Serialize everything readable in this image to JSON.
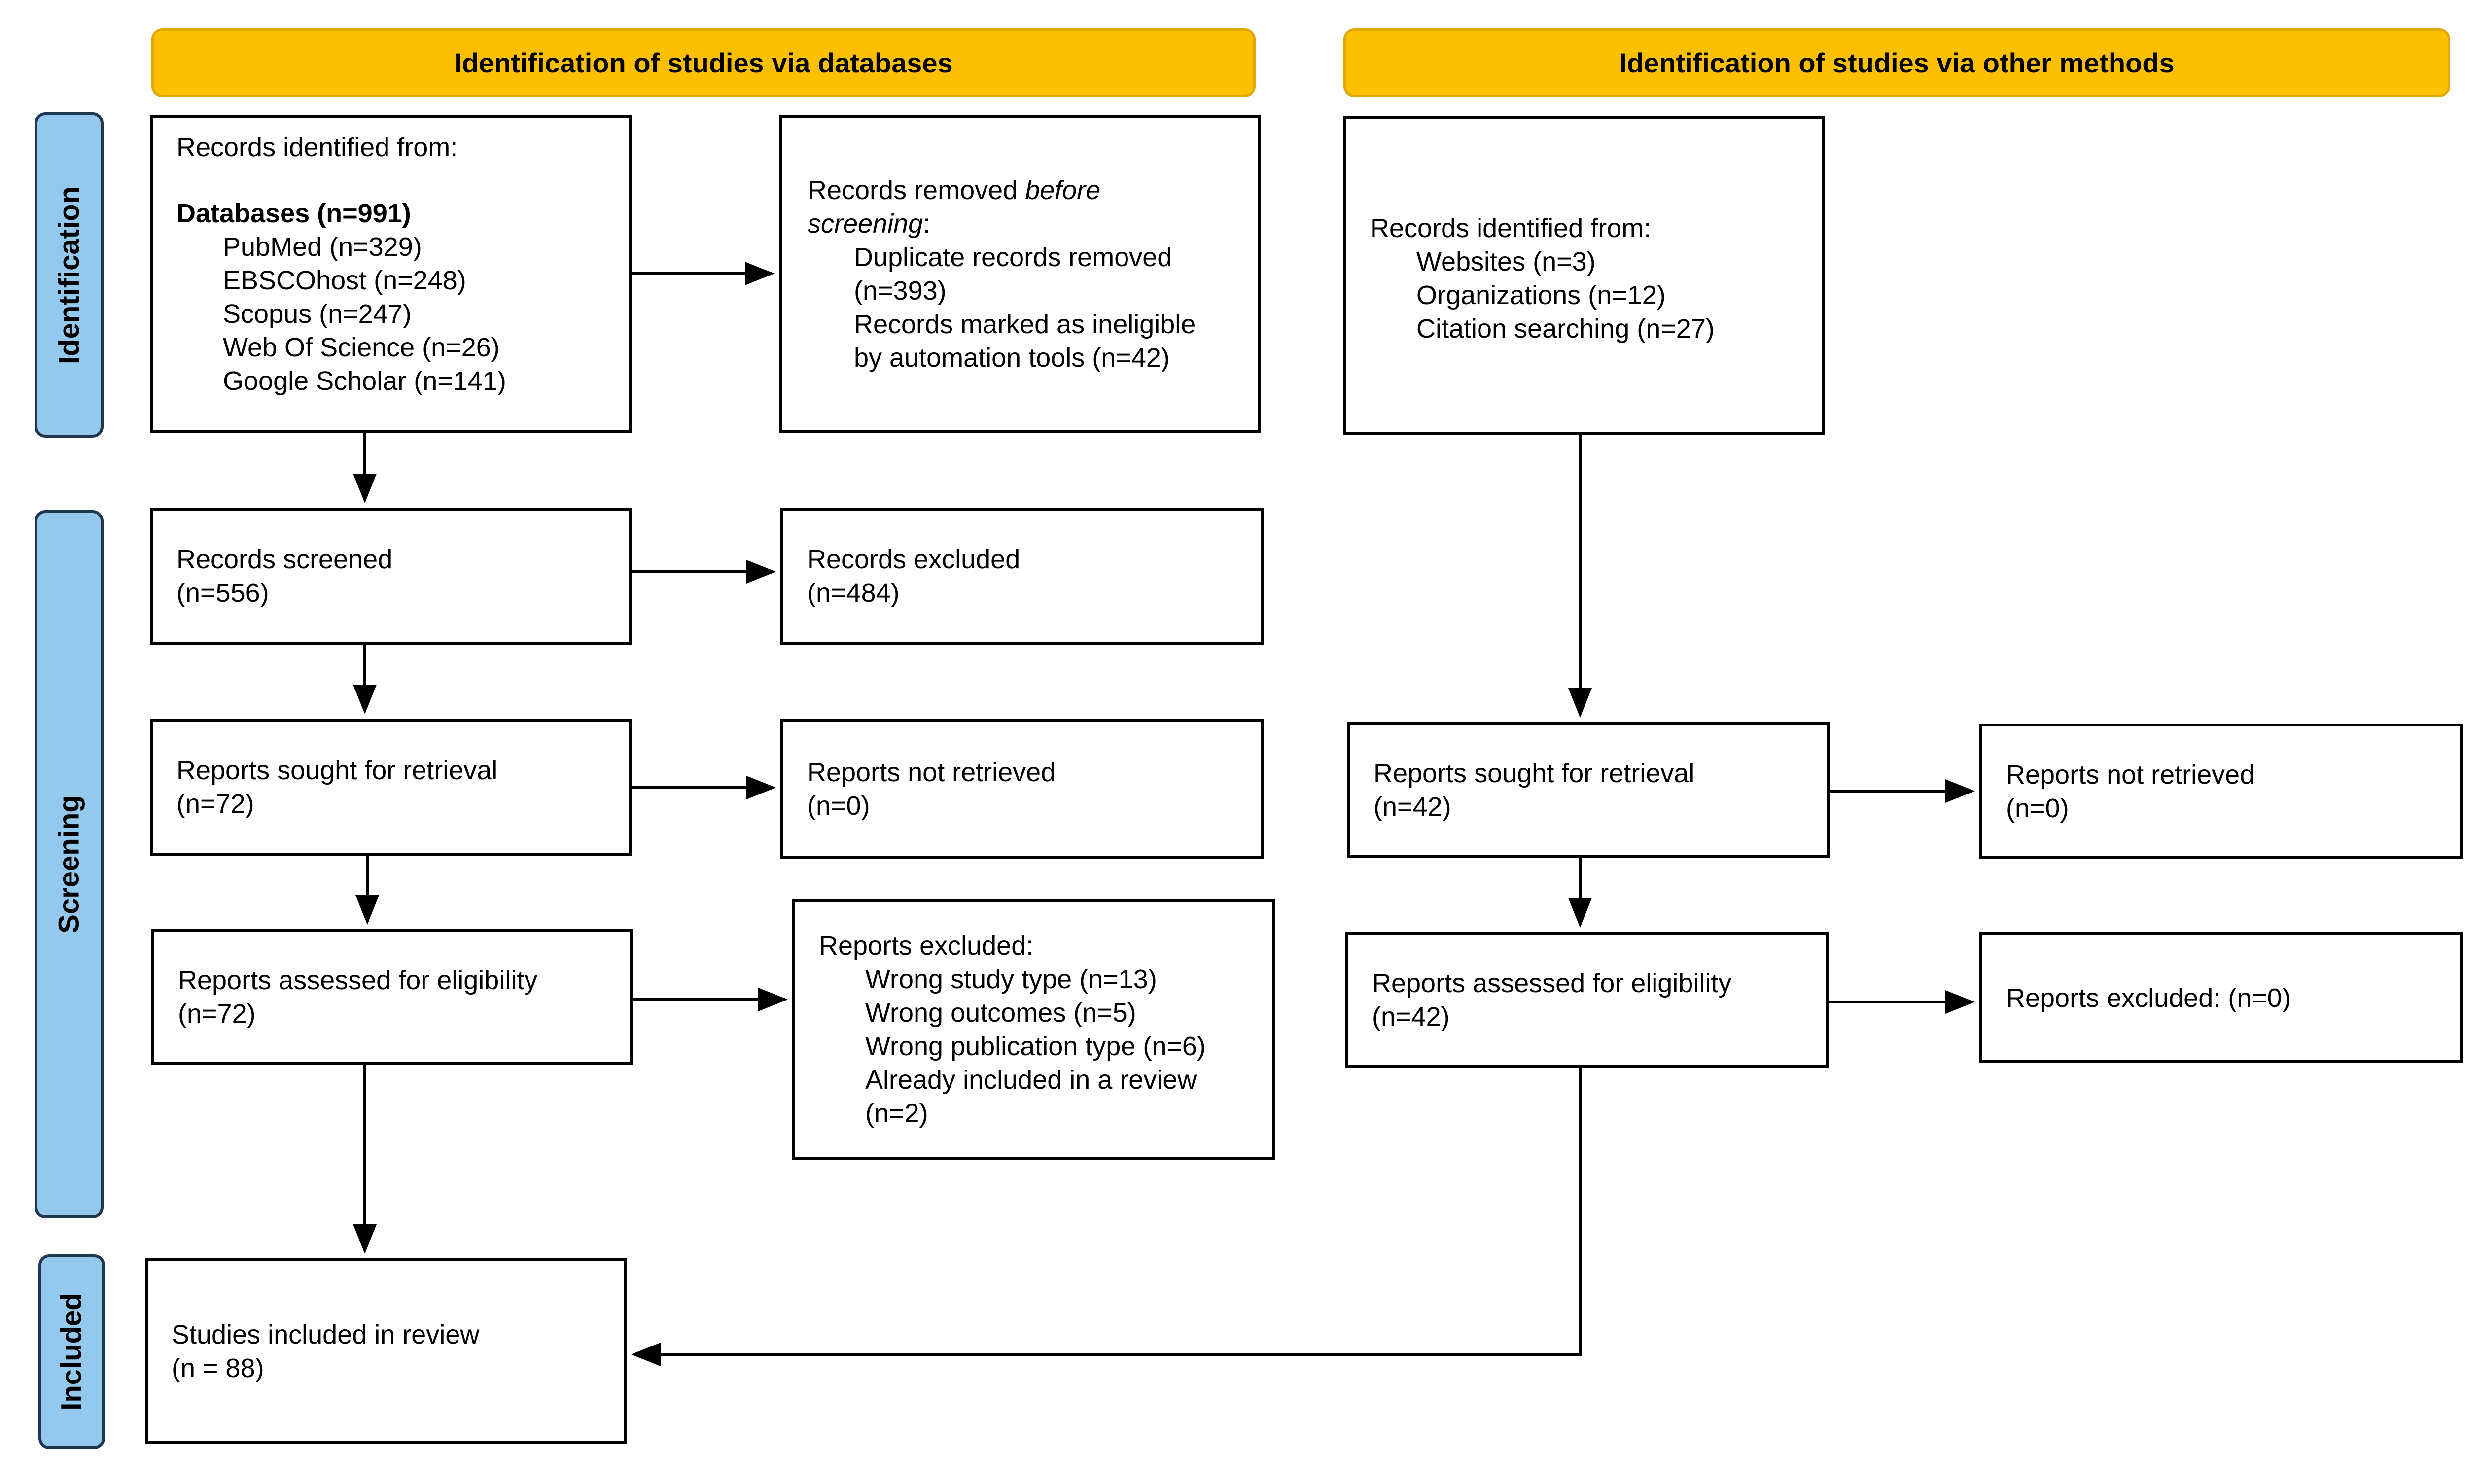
{
  "headers": {
    "databases": "Identification of studies via databases",
    "other": "Identification of studies via other methods"
  },
  "phases": {
    "identification": "Identification",
    "screening": "Screening",
    "included": "Included"
  },
  "db": {
    "records_identified": {
      "intro": "Records identified from:",
      "databases_label": "Databases (n=991)",
      "sources": [
        "PubMed (n=329)",
        "EBSCOhost (n=248)",
        "Scopus (n=247)",
        "Web Of Science (n=26)",
        "Google Scholar (n=141)"
      ]
    },
    "records_removed": {
      "prefix": "Records removed ",
      "emph1": "before",
      "emph2": "screening",
      "suffix": ":",
      "items": [
        "Duplicate records removed",
        "(n=393)",
        "Records marked as ineligible",
        "by automation tools (n=42)"
      ]
    },
    "records_screened": [
      "Records screened",
      "(n=556)"
    ],
    "records_excluded": [
      "Records excluded",
      "(n=484)"
    ],
    "reports_sought": [
      "Reports sought for retrieval",
      "(n=72)"
    ],
    "reports_not_retrieved": [
      "Reports not retrieved",
      "(n=0)"
    ],
    "reports_assessed": [
      "Reports assessed for eligibility",
      "(n=72)"
    ],
    "reports_excluded": {
      "title": "Reports excluded:",
      "items": [
        "Wrong study type (n=13)",
        "Wrong outcomes (n=5)",
        "Wrong publication type (n=6)",
        "Already included in a review",
        "(n=2)"
      ]
    },
    "studies_included": [
      "Studies included in review",
      "(n = 88)"
    ]
  },
  "other": {
    "records_identified": {
      "intro": "Records identified from:",
      "sources": [
        "Websites (n=3)",
        "Organizations (n=12)",
        "Citation searching (n=27)"
      ]
    },
    "reports_sought": [
      "Reports sought for retrieval",
      "(n=42)"
    ],
    "reports_not_retrieved": [
      "Reports not retrieved",
      "(n=0)"
    ],
    "reports_assessed": [
      "Reports assessed for eligibility",
      "(n=42)"
    ],
    "reports_excluded": "Reports excluded: (n=0)"
  }
}
